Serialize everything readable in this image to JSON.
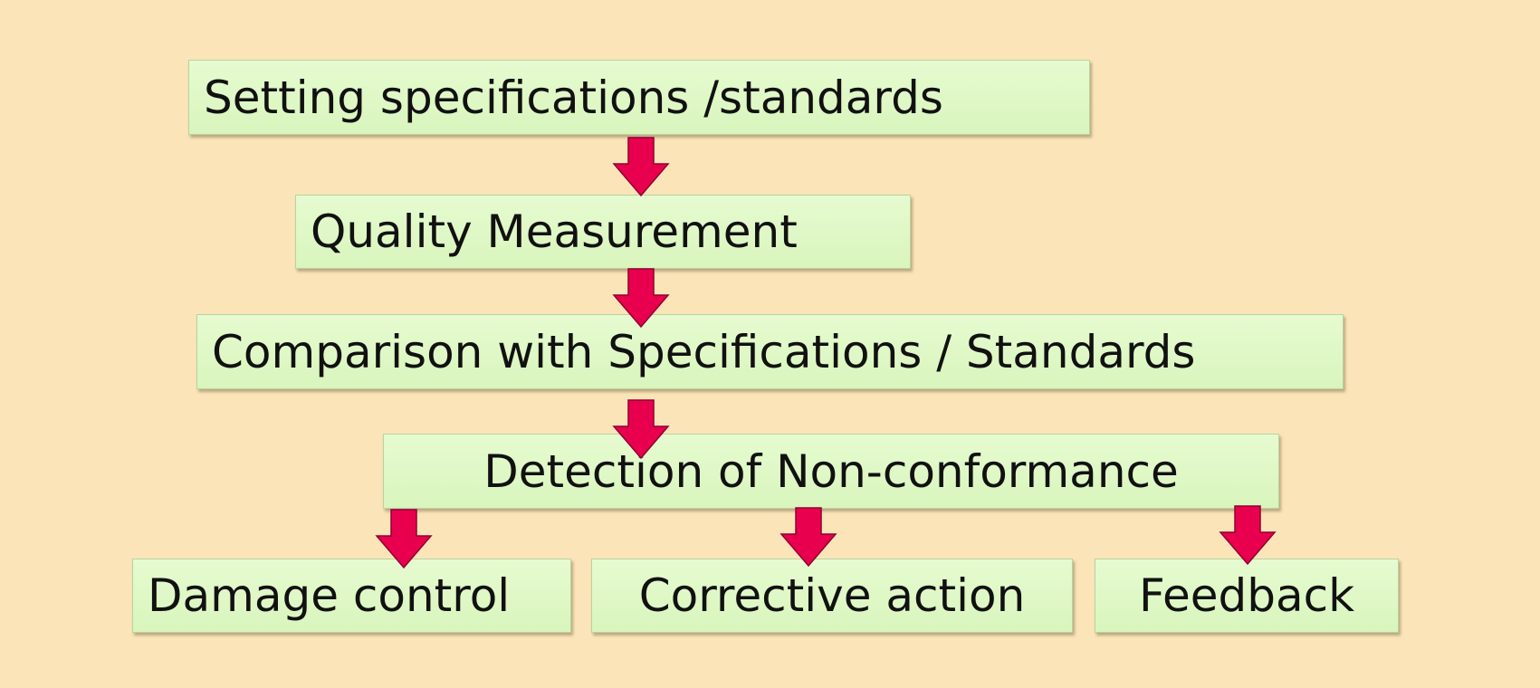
{
  "steps": {
    "setting_specs": "Setting specifications /standards",
    "quality_measurement": "Quality Measurement",
    "comparison": "Comparison with Specifications / Standards",
    "detection": "Detection of Non-conformance",
    "damage_control": "Damage control",
    "corrective_action": "Corrective action",
    "feedback": "Feedback"
  },
  "colors": {
    "background": "#fbe5b8",
    "box_fill": "#dff8c6",
    "arrow_fill": "#e8004f"
  },
  "icons": {
    "arrow": "down-arrow-icon"
  }
}
